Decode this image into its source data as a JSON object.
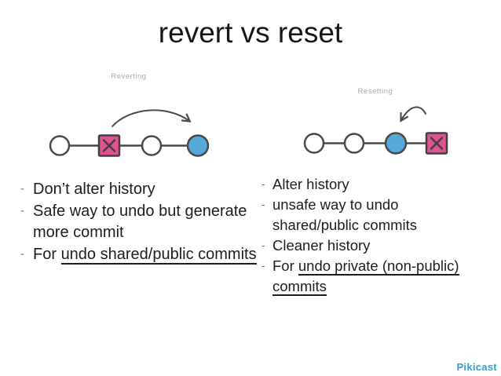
{
  "slide": {
    "title": "revert vs reset",
    "brand": "Pikicast",
    "background": "#ffffff"
  },
  "colors": {
    "title_ink": "#161616",
    "text": "#1d1d1d",
    "ink": "#4a4a4a",
    "node_fill": "#ffffff",
    "x_box_fill": "#df548d",
    "x_box_ink": "#453c49",
    "highlight_fill": "#57a9d9",
    "muted_label": "#a8a8a8",
    "dash": "#6a6a6a",
    "brand_blue": "#2e9fce"
  },
  "diagrams": {
    "revert": {
      "label": "Reverting",
      "nodes": [
        "commit",
        "bad-commit-x",
        "commit",
        "new-revert-commit"
      ],
      "arrow": "forward arc from bad commit to new revert commit"
    },
    "reset": {
      "label": "Resetting",
      "nodes": [
        "commit",
        "commit",
        "reset-target-commit",
        "discarded-commit-x"
      ],
      "arrow": "backward arc from discarded commit to reset target"
    }
  },
  "left_list": {
    "bullet": "-",
    "items": [
      {
        "lines": [
          [
            {
              "t": "Don’t alter history"
            }
          ]
        ]
      },
      {
        "lines": [
          [
            {
              "t": "Safe way to undo but generate"
            }
          ],
          [
            {
              "t": "more commit"
            }
          ]
        ]
      },
      {
        "lines": [
          [
            {
              "t": "For "
            },
            {
              "t": "undo shared/public commits",
              "u": true
            }
          ]
        ]
      }
    ]
  },
  "right_list": {
    "bullet": "-",
    "items": [
      {
        "lines": [
          [
            {
              "t": "Alter history"
            }
          ]
        ]
      },
      {
        "lines": [
          [
            {
              "t": "unsafe way to undo"
            }
          ],
          [
            {
              "t": "shared/public commits"
            }
          ]
        ]
      },
      {
        "lines": [
          [
            {
              "t": "Cleaner history"
            }
          ]
        ]
      },
      {
        "lines": [
          [
            {
              "t": "For "
            },
            {
              "t": "undo private (non-public)",
              "u": true
            }
          ],
          [
            {
              "t": "commits",
              "u": true
            }
          ]
        ]
      }
    ]
  }
}
